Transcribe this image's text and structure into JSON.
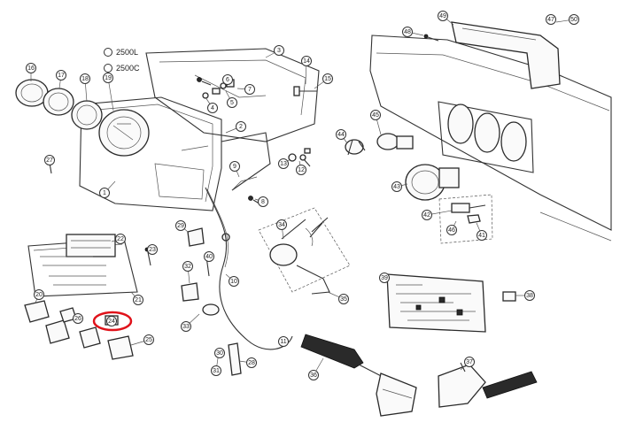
{
  "legend": {
    "line1": "2500L",
    "line2": "2500C"
  },
  "highlight_color": "#e0121a",
  "callouts": [
    "1",
    "2",
    "3",
    "4",
    "5",
    "6",
    "7",
    "8",
    "9",
    "10",
    "11",
    "12",
    "13",
    "14",
    "15",
    "16",
    "17",
    "18",
    "19",
    "20",
    "21",
    "22",
    "23",
    "24",
    "25",
    "26",
    "27",
    "28",
    "29",
    "30",
    "31",
    "32",
    "33",
    "34",
    "35",
    "36",
    "37",
    "38",
    "39",
    "40",
    "41",
    "42",
    "43",
    "44",
    "45",
    "46",
    "47",
    "48",
    "49",
    "50"
  ]
}
